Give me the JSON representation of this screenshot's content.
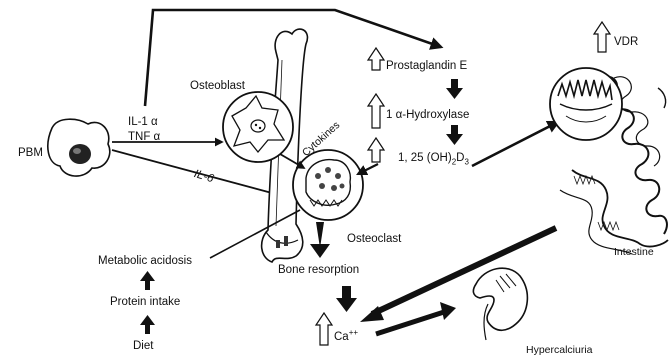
{
  "labels": {
    "pbm": "PBM",
    "il1": "IL-1 α",
    "tnf": "TNF α",
    "il6": "IL-6",
    "osteoblast": "Osteoblast",
    "cytokines": "Cytokines",
    "osteoclast": "Osteoclast",
    "prostaglandin": "Prostaglandin E",
    "hydroxylase": "1 α-Hydroxylase",
    "vitd_main": "1, 25 (OH)",
    "vitd_sub1": "2",
    "vitd_mid": "D",
    "vitd_sub2": "3",
    "vdr": "VDR",
    "intestine": "Intestine",
    "bone_resorption": "Bone resorption",
    "calcium": "Ca",
    "calcium_sup": "++",
    "hypercalciuria": "Hypercalciuria",
    "metabolic_acidosis": "Metabolic acidosis",
    "protein_intake": "Protein intake",
    "diet": "Diet"
  }
}
